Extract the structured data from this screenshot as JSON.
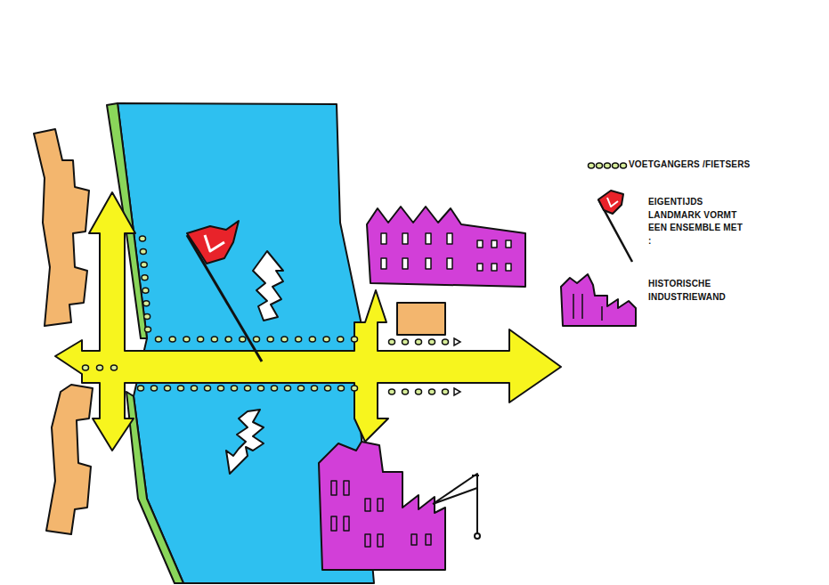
{
  "diagram": {
    "legend": [
      {
        "text": "VOETGANGERS /FIETSERS"
      },
      {
        "text": "EIGENTIJDS LANDMARK VORMT EEN ENSEMBLE MET :"
      },
      {
        "text": "HISTORISCHE INDUSTRIEWAND"
      }
    ]
  }
}
